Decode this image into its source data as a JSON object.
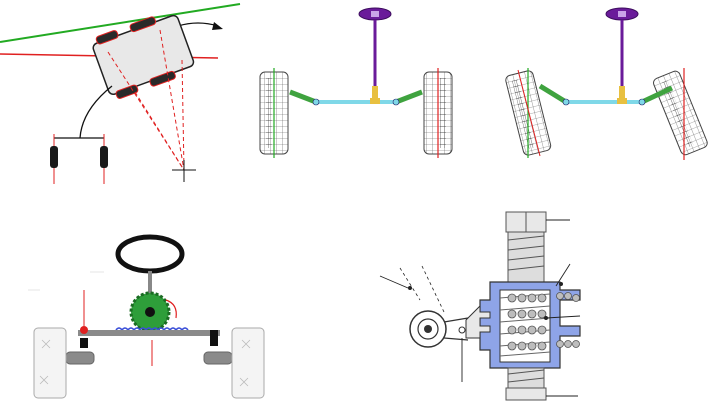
{
  "panels": [
    {
      "id": "ackermann-geometry"
    },
    {
      "id": "linkage-straight"
    },
    {
      "id": "linkage-turned"
    },
    {
      "id": "rack-and-pinion"
    },
    {
      "id": "recirculating-ball"
    }
  ],
  "colors": {
    "wheel_black": "#1a1a1a",
    "wheel_mesh": "#555555",
    "geometry_green": "#22aa22",
    "geometry_red": "#e02020",
    "steering_purple": "#6a1b9a",
    "tie_rod_cyan": "#7fd8e8",
    "steering_arm_green": "#3fa33f",
    "pinion_green": "#2e9e3a",
    "rack_blue": "#3b4fd8",
    "axle_gray": "#8a8a8a",
    "housing_blue": "#8ea4e8",
    "ball_gray": "#bdbdbd"
  }
}
